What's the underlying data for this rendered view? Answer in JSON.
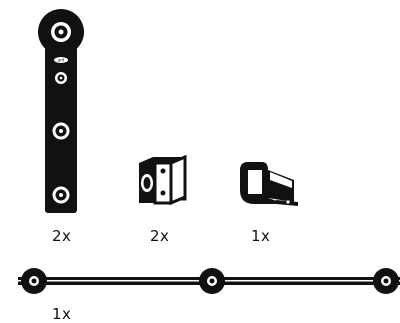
{
  "colors": {
    "ink": "#111111",
    "background": "#ffffff",
    "highlight": "#ffffff"
  },
  "brand_mark": "anf",
  "parts": [
    {
      "name": "hanger-roller-plate",
      "quantity": "2x",
      "icon": "hanger-plate-icon"
    },
    {
      "name": "glass-clamp",
      "quantity": "2x",
      "icon": "glass-clamp-icon"
    },
    {
      "name": "floor-guide",
      "quantity": "1x",
      "icon": "floor-guide-icon"
    },
    {
      "name": "track-rail",
      "quantity": "1x",
      "icon": "track-rail-icon"
    }
  ]
}
